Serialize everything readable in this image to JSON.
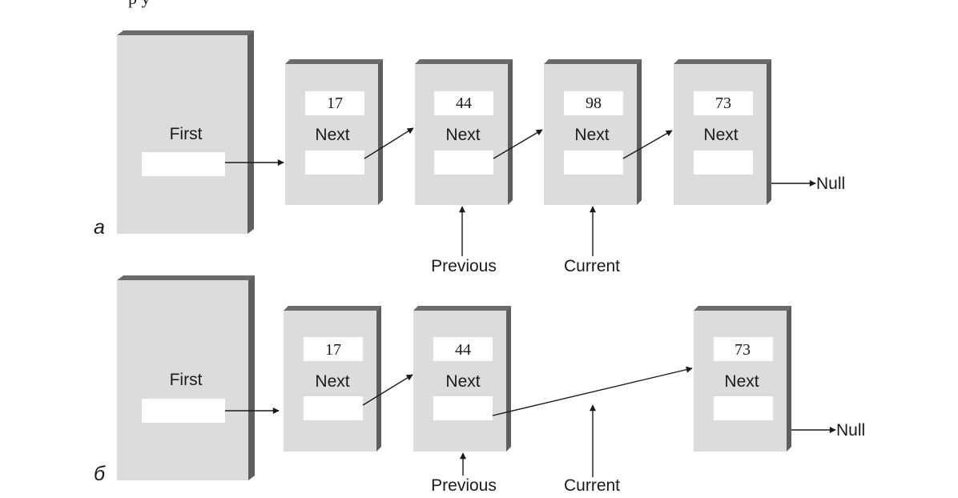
{
  "top_cut_text": "p          y",
  "panels": [
    {
      "letter": "а",
      "first_label": "First",
      "nodes": [
        {
          "value": "17",
          "next_label": "Next"
        },
        {
          "value": "44",
          "next_label": "Next"
        },
        {
          "value": "98",
          "next_label": "Next"
        },
        {
          "value": "73",
          "next_label": "Next"
        }
      ],
      "null_label": "Null",
      "previous_label": "Previous",
      "current_label": "Current"
    },
    {
      "letter": "б",
      "first_label": "First",
      "nodes": [
        {
          "value": "17",
          "next_label": "Next"
        },
        {
          "value": "44",
          "next_label": "Next"
        },
        {
          "value": "73",
          "next_label": "Next"
        }
      ],
      "null_label": "Null",
      "previous_label": "Previous",
      "current_label": "Current"
    }
  ],
  "colors": {
    "box_face": "#dcdcdc",
    "box_shadow": "#5e5e5e",
    "field": "#ffffff",
    "line": "#1a1a1a"
  }
}
